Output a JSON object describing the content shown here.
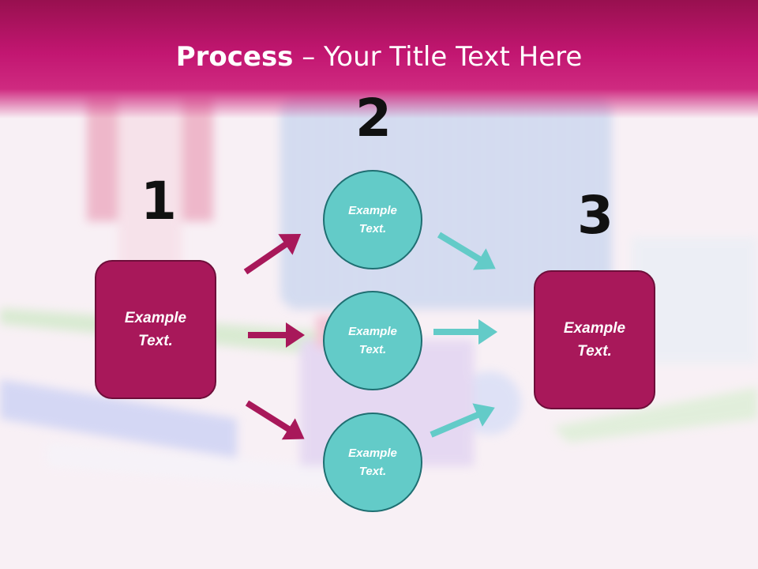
{
  "title": {
    "bold": "Process",
    "rest": " – Your Title Text Here"
  },
  "numbers": [
    "1",
    "2",
    "3"
  ],
  "boxes": {
    "left": {
      "line1": "Example",
      "line2": "Text."
    },
    "right": {
      "line1": "Example",
      "line2": "Text."
    }
  },
  "circles": [
    {
      "line1": "Example",
      "line2": "Text."
    },
    {
      "line1": "Example",
      "line2": "Text."
    },
    {
      "line1": "Example",
      "line2": "Text."
    }
  ],
  "colors": {
    "magenta": "#a8185a",
    "teal": "#63cbc8",
    "header": "#c21671"
  }
}
